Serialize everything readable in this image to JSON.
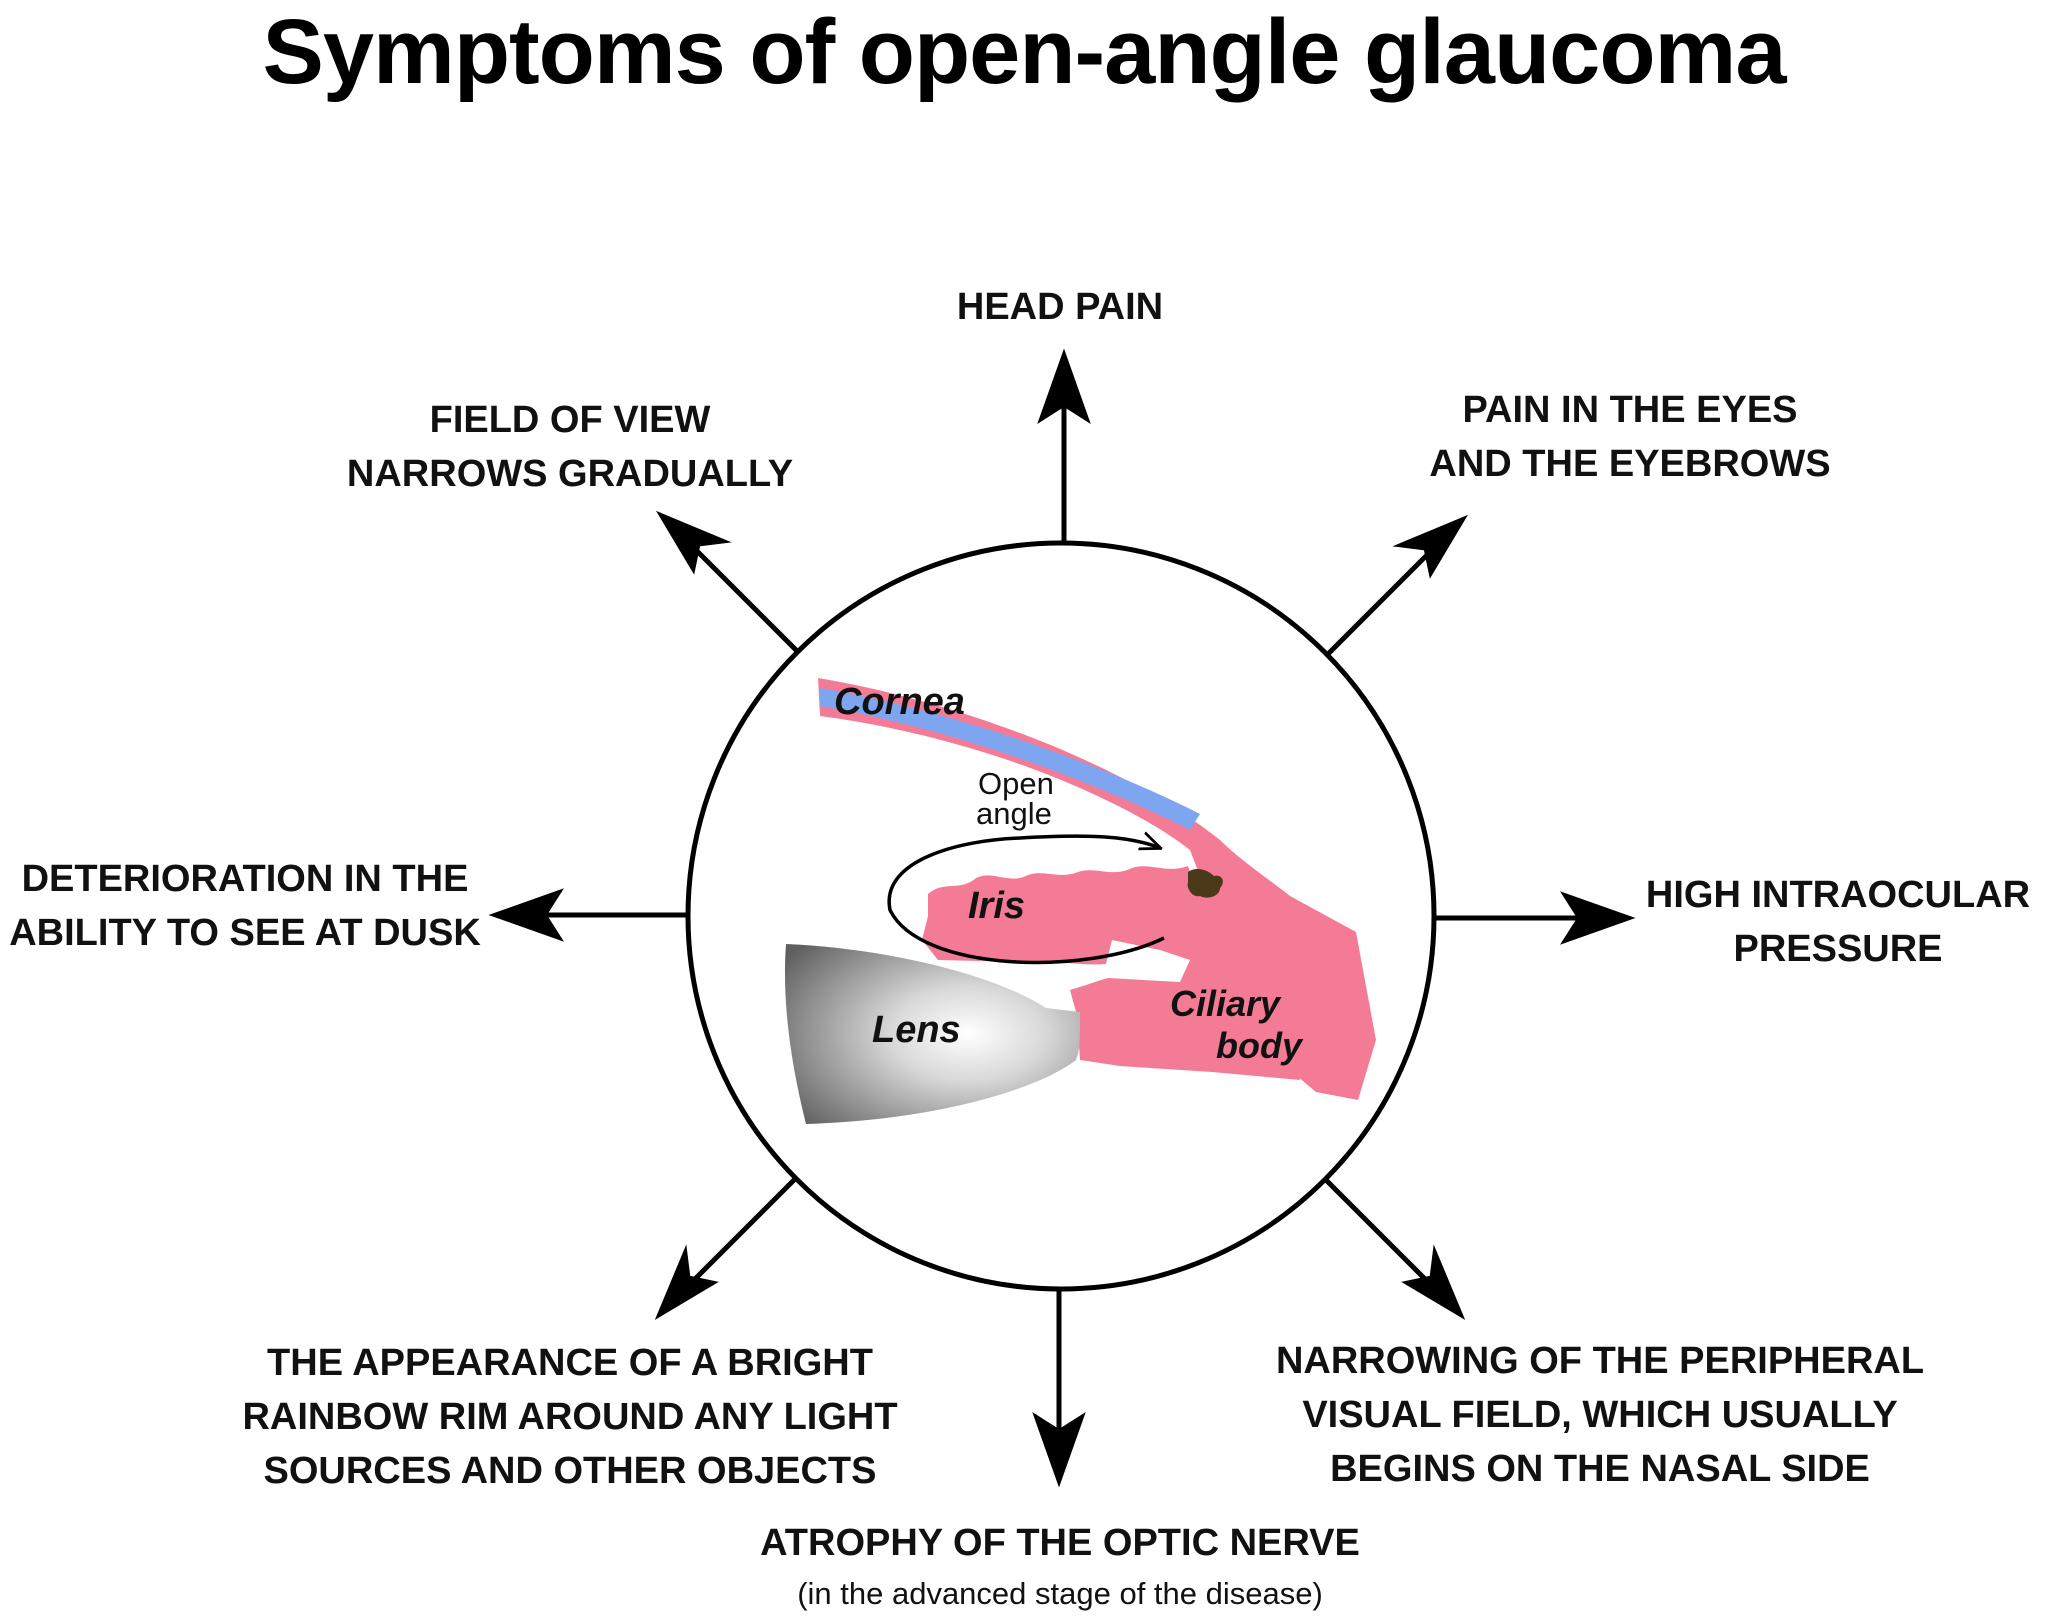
{
  "title": "Symptoms of open-angle glaucoma",
  "diagram": {
    "labels": {
      "cornea": "Cornea",
      "iris": "Iris",
      "lens": "Lens",
      "ciliary_line1": "Ciliary",
      "ciliary_line2": "body",
      "open_angle_line1": "Open",
      "open_angle_line2": "angle"
    },
    "colors": {
      "tissue": "#F47B95",
      "cornea_band": "#7EA6F0",
      "lens_dark": "#6E6E6E",
      "lens_light": "#FFFFFF",
      "pigment": "#4A3A1A",
      "ink": "#000000"
    }
  },
  "symptoms": {
    "top": {
      "lines": [
        "HEAD PAIN"
      ]
    },
    "top_left": {
      "lines": [
        "FIELD OF VIEW",
        "NARROWS GRADUALLY"
      ]
    },
    "top_right": {
      "lines": [
        "PAIN IN THE EYES",
        "AND THE EYEBROWS"
      ]
    },
    "left": {
      "lines": [
        "DETERIORATION IN THE",
        "ABILITY TO SEE AT DUSK"
      ]
    },
    "right": {
      "lines": [
        "HIGH INTRAOCULAR",
        "PRESSURE"
      ]
    },
    "bottom_left": {
      "lines": [
        "THE APPEARANCE OF A BRIGHT",
        "RAINBOW RIM AROUND ANY LIGHT",
        "SOURCES AND OTHER OBJECTS"
      ]
    },
    "bottom_right": {
      "lines": [
        "NARROWING OF THE PERIPHERAL",
        "VISUAL FIELD, WHICH USUALLY",
        "BEGINS ON THE NASAL SIDE"
      ]
    },
    "bottom": {
      "lines": [
        "ATROPHY OF THE OPTIC NERVE"
      ],
      "note": "(in the advanced stage of the disease)"
    }
  }
}
